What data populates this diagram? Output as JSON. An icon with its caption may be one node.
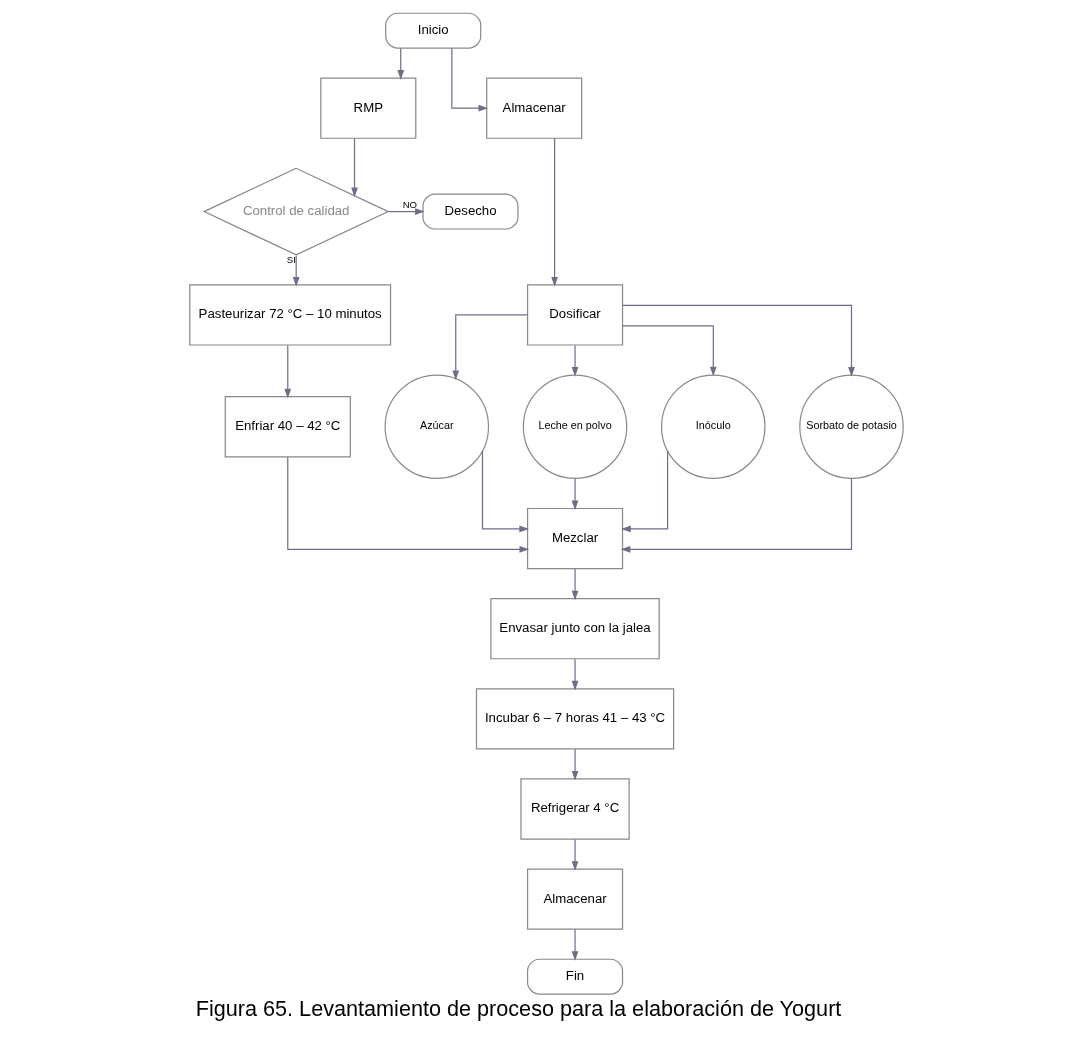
{
  "diagram": {
    "caption": "Figura 65. Levantamiento de proceso para la elaboración de Yogurt",
    "nodes": [
      {
        "text": [
          "Inicio"
        ]
      },
      {
        "text": [
          "RMP"
        ]
      },
      {
        "text": [
          "Control de calidad"
        ]
      },
      {
        "text": [
          "Desecho"
        ]
      },
      {
        "text": [
          "Pasteurizar 72 °C – 10 minutos"
        ]
      },
      {
        "text": [
          "Enfriar 40 – 42 °C"
        ]
      },
      {
        "text": [
          "Mezclar"
        ]
      },
      {
        "text": [
          "Envasar junto con la jalea"
        ]
      },
      {
        "text": [
          "Incubar 6 – 7 horas 41 – 43 °C"
        ]
      },
      {
        "text": [
          "Refrigerar 4 °C"
        ]
      },
      {
        "text": [
          "Almacenar"
        ]
      },
      {
        "text": [
          "Fin"
        ]
      },
      {
        "text": [
          "Almacenar"
        ]
      },
      {
        "text": [
          "Dosificar"
        ]
      },
      {
        "text": [
          "Azúcar"
        ]
      },
      {
        "text": [
          "Leche en polvo"
        ]
      },
      {
        "text": [
          "Inóculo"
        ]
      },
      {
        "text": [
          "Sorbato de potasio"
        ]
      }
    ],
    "edges": [
      {
        "from": 0,
        "to": 1,
        "arrow": "to"
      },
      {
        "from": 1,
        "to": 2,
        "arrow": "to"
      },
      {
        "from": 2,
        "to": 3,
        "arrow": "to",
        "label": "NO"
      },
      {
        "from": 2,
        "to": 4,
        "arrow": "to",
        "label": "SI"
      },
      {
        "from": 4,
        "to": 5,
        "arrow": "to"
      },
      {
        "from": 5,
        "to": 6,
        "arrow": "to"
      },
      {
        "from": 6,
        "to": 7,
        "arrow": "to"
      },
      {
        "from": 7,
        "to": 8,
        "arrow": "to"
      },
      {
        "from": 8,
        "to": 9,
        "arrow": "to"
      },
      {
        "from": 9,
        "to": 10,
        "arrow": "to"
      },
      {
        "from": 10,
        "to": 11,
        "arrow": "to"
      },
      {
        "from": 0,
        "to": 12,
        "arrow": "to"
      },
      {
        "from": 12,
        "to": 13,
        "arrow": "to"
      },
      {
        "from": 13,
        "to": 14,
        "arrow": "to"
      },
      {
        "from": 13,
        "to": 15,
        "arrow": "to"
      },
      {
        "from": 13,
        "to": 16,
        "arrow": "to"
      },
      {
        "from": 13,
        "to": 17,
        "arrow": "to"
      },
      {
        "from": 14,
        "to": 6,
        "arrow": "to"
      },
      {
        "from": 15,
        "to": 6,
        "arrow": "to"
      },
      {
        "from": 16,
        "to": 6,
        "arrow": "to"
      },
      {
        "from": 17,
        "to": 6,
        "arrow": "to"
      }
    ]
  }
}
